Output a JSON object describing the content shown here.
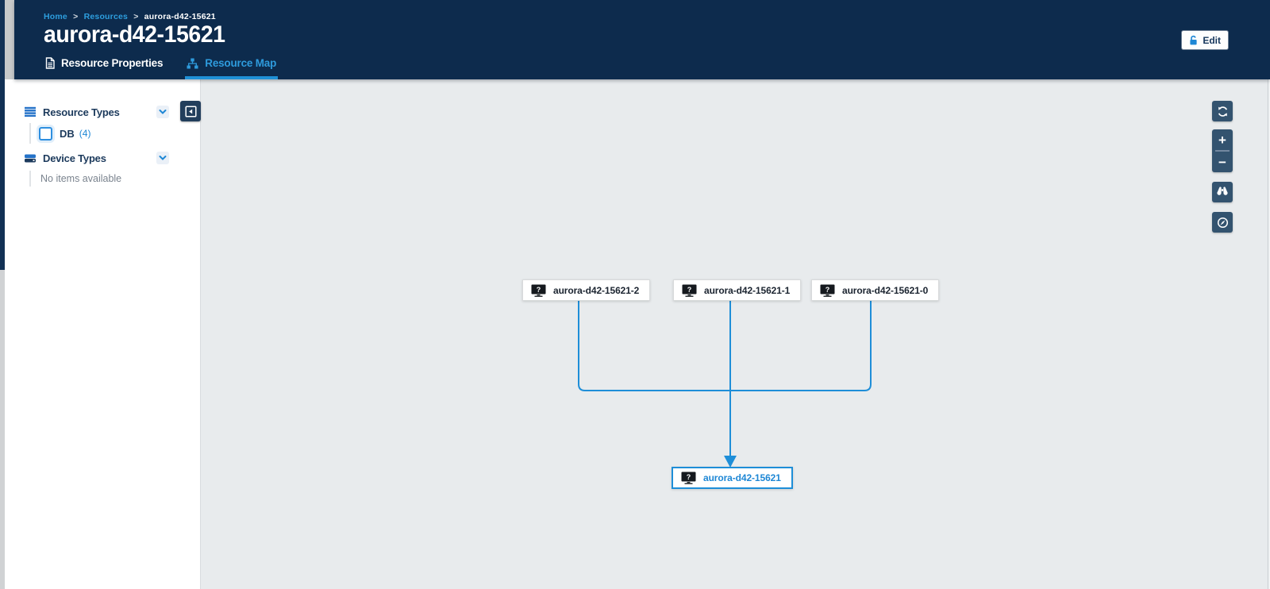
{
  "breadcrumb": {
    "home": "Home",
    "resources": "Resources",
    "current": "aurora-d42-15621",
    "separator": ">"
  },
  "header": {
    "title": "aurora-d42-15621",
    "edit_label": "Edit"
  },
  "tabs": {
    "properties": {
      "label": "Resource Properties"
    },
    "map": {
      "label": "Resource Map"
    }
  },
  "sidebar": {
    "resource_types_label": "Resource Types",
    "db_item": {
      "label": "DB",
      "count": "(4)"
    },
    "device_types_label": "Device Types",
    "empty_text": "No items available"
  },
  "toolbar": {
    "zoom_in": "+",
    "zoom_out": "−"
  },
  "map": {
    "node_2": "aurora-d42-15621-2",
    "node_1": "aurora-d42-15621-1",
    "node_0": "aurora-d42-15621-0",
    "root": "aurora-d42-15621"
  },
  "colors": {
    "header_bg": "#0d2b4d",
    "accent_blue": "#1e8ed8",
    "link_blue": "#2d9ede",
    "canvas_bg": "#e8ebed",
    "toolbar_button": "#33536f"
  }
}
